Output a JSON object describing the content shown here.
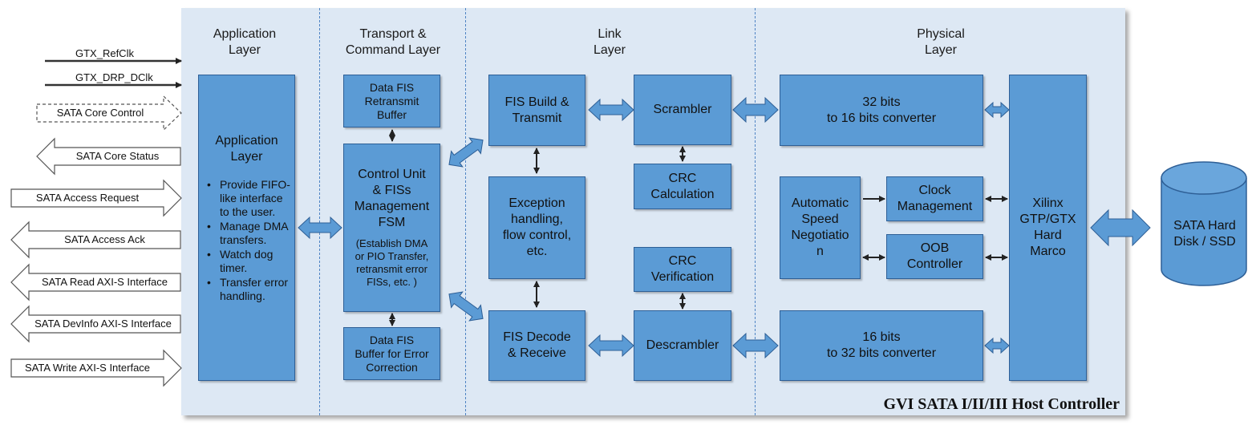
{
  "layers": {
    "application": "Application\nLayer",
    "transport": "Transport &\nCommand Layer",
    "link": "Link\nLayer",
    "physical": "Physical\nLayer"
  },
  "signals": [
    {
      "label": "GTX_RefClk",
      "kind": "line-in"
    },
    {
      "label": "GTX_DRP_DClk",
      "kind": "line-in"
    },
    {
      "label": "SATA Core Control",
      "kind": "dashed-in"
    },
    {
      "label": "SATA Core Status",
      "kind": "out"
    },
    {
      "label": "SATA Access Request",
      "kind": "in"
    },
    {
      "label": "SATA Access Ack",
      "kind": "out"
    },
    {
      "label": "SATA Read AXI-S Interface",
      "kind": "out"
    },
    {
      "label": "SATA DevInfo AXI-S Interface",
      "kind": "out"
    },
    {
      "label": "SATA Write AXI-S Interface",
      "kind": "in"
    }
  ],
  "application_block": {
    "title": "Application\nLayer",
    "bullets": [
      "Provide FIFO-like interface to the user.",
      "Manage DMA transfers.",
      "Watch dog timer.",
      "Transfer error handling."
    ]
  },
  "transport_blocks": {
    "retransmit_buffer": "Data FIS\nRetransmit\nBuffer",
    "control_unit": "Control Unit\n& FISs\nManagement\nFSM",
    "control_note": "(Establish DMA\nor PIO Transfer,\nretransmit error\nFISs, etc. )",
    "error_buffer": "Data FIS\nBuffer for Error\nCorrection"
  },
  "link_blocks": {
    "fis_build": "FIS Build &\nTransmit",
    "exception": "Exception\nhandling,\nflow control,\netc.",
    "fis_decode": "FIS Decode\n& Receive",
    "scrambler": "Scrambler",
    "crc_calc": "CRC\nCalculation",
    "crc_verify": "CRC\nVerification",
    "descrambler": "Descrambler"
  },
  "physical_blocks": {
    "conv_32_16": "32 bits\nto 16 bits converter",
    "auto_speed": "Automatic\nSpeed\nNegotiatio\nn",
    "clock_mgmt": "Clock\nManagement",
    "oob": "OOB\nController",
    "conv_16_32": "16 bits\nto 32 bits converter",
    "xilinx": "Xilinx\nGTP/GTX\nHard\nMarco"
  },
  "disk_label": "SATA Hard\nDisk / SSD",
  "host_title": "GVI SATA I/II/III Host Controller",
  "colors": {
    "panel": "#dde8f4",
    "block": "#5b9bd5",
    "block_border": "#2e5f96",
    "divider": "#4f84c4"
  }
}
